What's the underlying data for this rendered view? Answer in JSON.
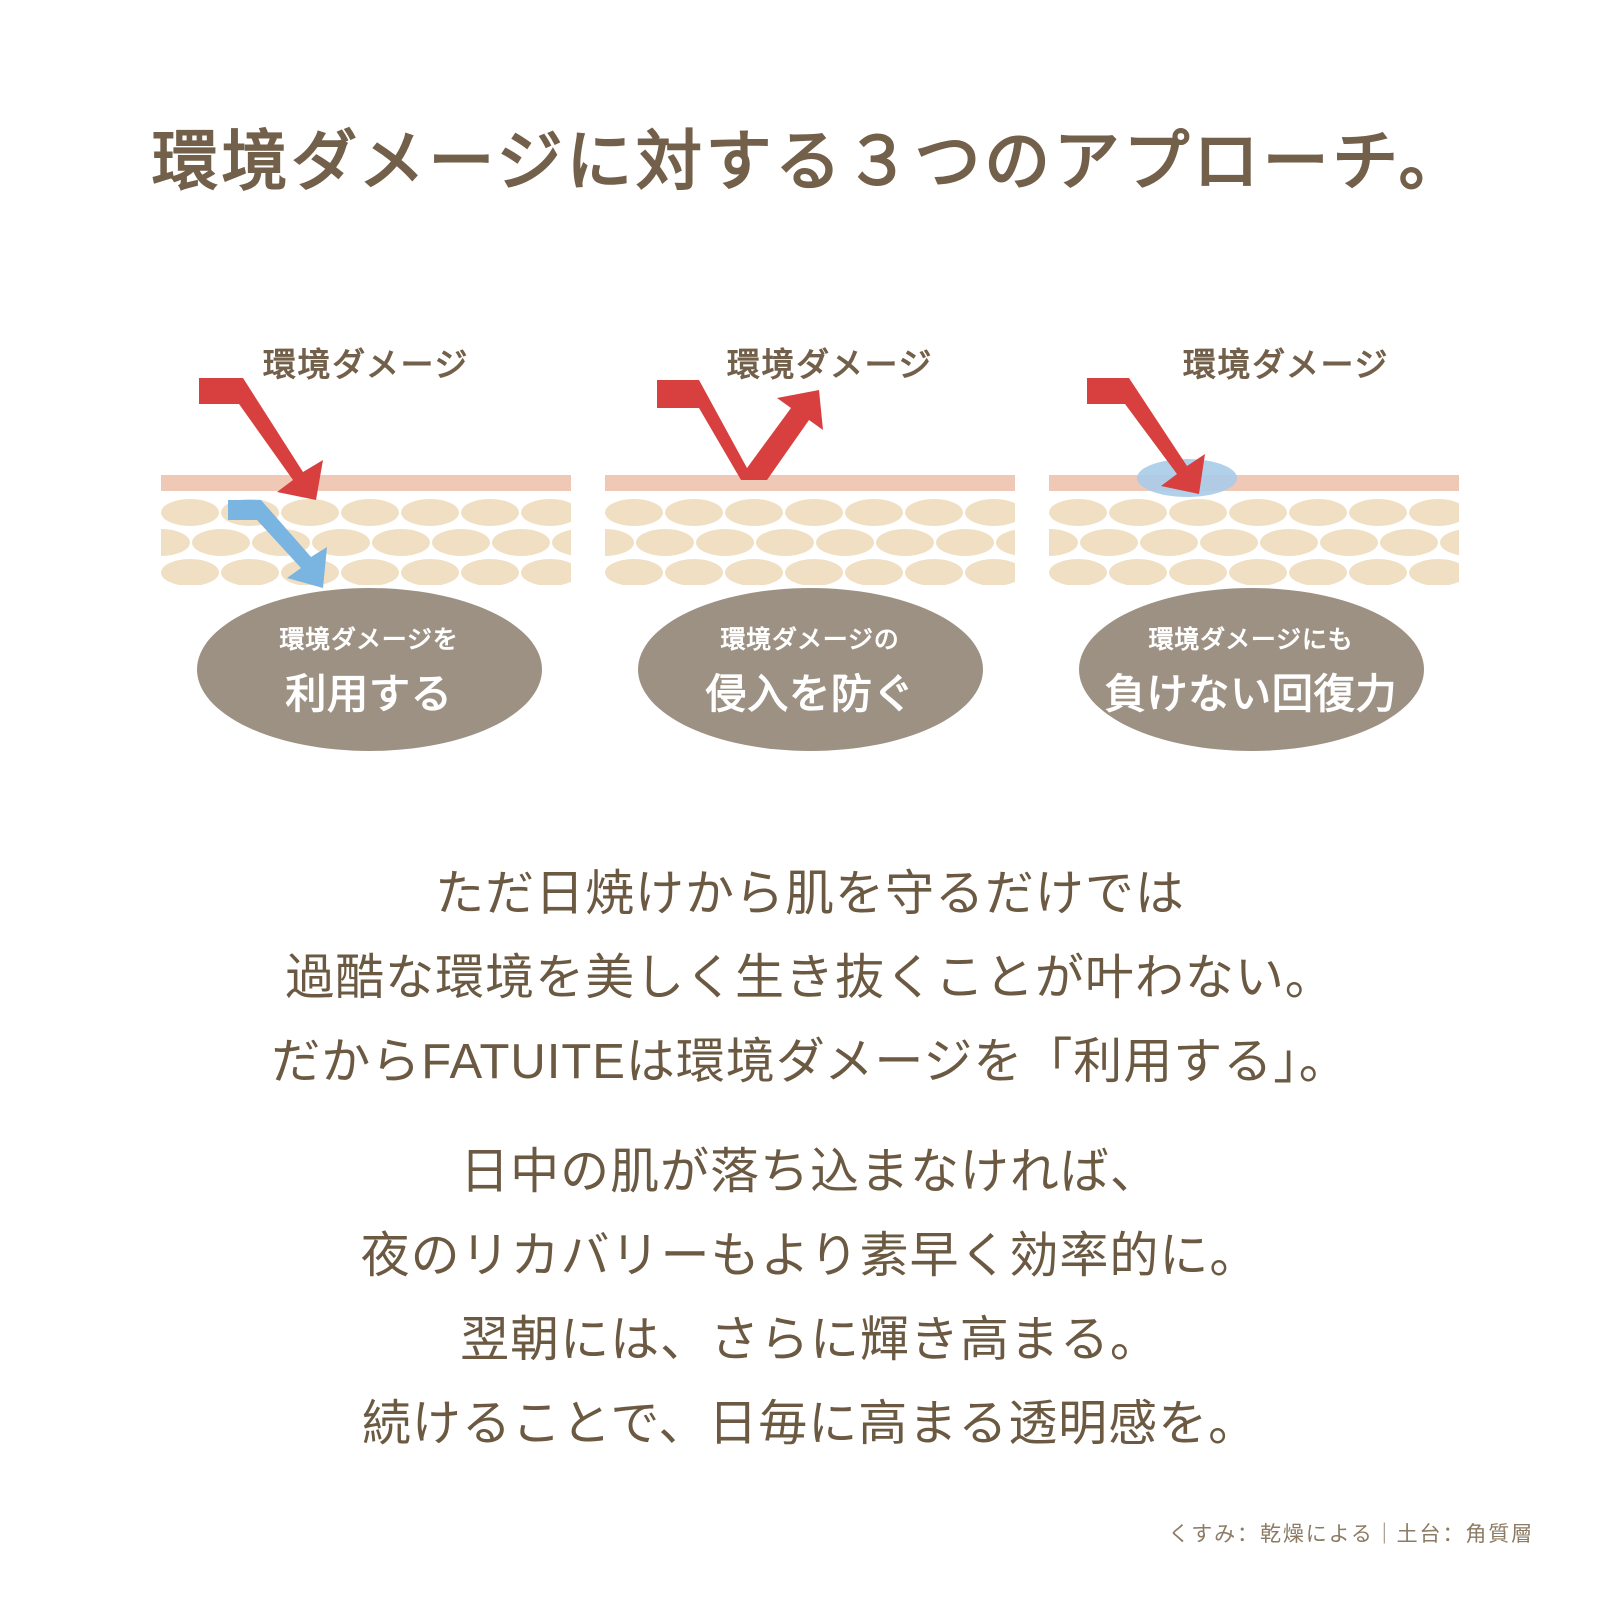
{
  "title": "環境ダメージに対する３つのアプローチ。",
  "colors": {
    "title_brown": "#73604a",
    "body_brown": "#6b5942",
    "oval_fill": "#9d9183",
    "arrow_red": "#d8403f",
    "arrow_blue": "#7ab4e0",
    "barrier_pink": "#f0c9b6",
    "cell_beige": "#f1dfc4",
    "background": "#ffffff"
  },
  "panels": [
    {
      "caption": "環境ダメージ",
      "icon": "red-arrow-penetrating-with-blue-arrow",
      "oval_small": "環境ダメージを",
      "oval_big": "利用する"
    },
    {
      "caption": "環境ダメージ",
      "icon": "red-arrow-bouncing-off-barrier",
      "oval_small": "環境ダメージの",
      "oval_big": "侵入を防ぐ"
    },
    {
      "caption": "環境ダメージ",
      "icon": "red-arrow-hitting-blue-droplet",
      "oval_small": "環境ダメージにも",
      "oval_big": "負けない回復力"
    }
  ],
  "body": {
    "paragraph1": [
      "ただ日焼けから肌を守るだけでは",
      "過酷な環境を美しく生き抜くことが叶わない。",
      "だからFATUITEは環境ダメージを「利用する」。"
    ],
    "paragraph2": [
      "日中の肌が落ち込まなければ、",
      "夜のリカバリーもより素早く効率的に。",
      "翌朝には、さらに輝き高まる。",
      "続けることで、日毎に高まる透明感を。"
    ]
  },
  "footnote": "くすみ：乾燥による｜土台：角質層"
}
